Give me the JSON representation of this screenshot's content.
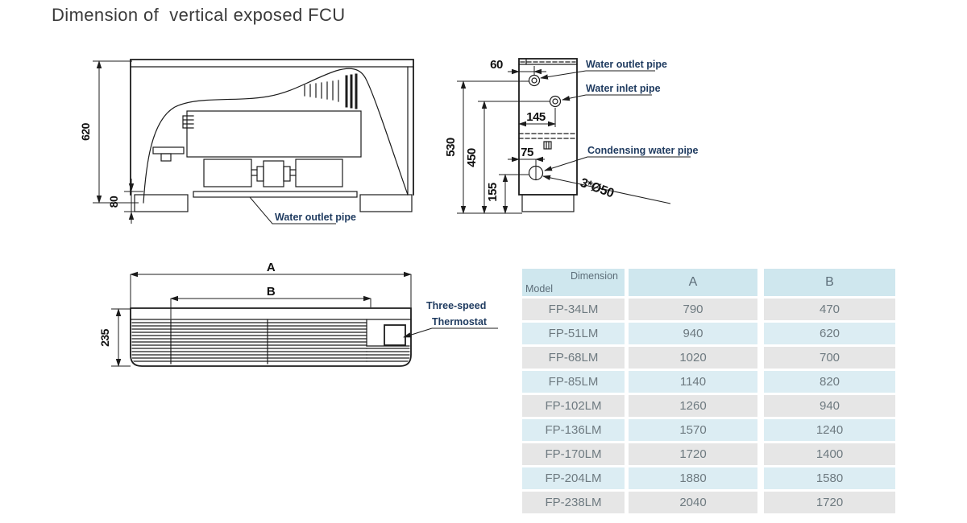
{
  "title": "Dimension of  vertical exposed FCU",
  "colors": {
    "title_text": "#3a3a3a",
    "line": "#1c1c1c",
    "annotation": "#1e3a5f",
    "table_header_bg": "#cfe7ee",
    "table_header_text": "#5d6e79",
    "table_row_gray": "#e6e6e6",
    "table_row_blue": "#dcedf3",
    "table_text": "#6e7a80"
  },
  "front_view": {
    "height_dim": "620",
    "base_dim": "80",
    "water_outlet_label": "Water outlet pipe"
  },
  "side_view": {
    "top_offset_dim": "60",
    "height_dim": "530",
    "inner_height_dim": "450",
    "inlet_offset_dim": "145",
    "condensing_offset_dim": "75",
    "condensing_height_dim": "155",
    "pipe_note": "3*Ø50",
    "water_outlet_label": "Water outlet pipe",
    "water_inlet_label": "Water inlet pipe",
    "condensing_label": "Condensing water pipe"
  },
  "top_view": {
    "width_dim": "A",
    "inner_width_dim": "B",
    "depth_dim": "235",
    "thermostat_label_line1": "Three-speed",
    "thermostat_label_line2": "Thermostat"
  },
  "table": {
    "header": {
      "diag_top": "Dimension",
      "diag_bottom": "Model",
      "col_a": "A",
      "col_b": "B"
    },
    "rows": [
      {
        "model": "FP-34LM",
        "a": "790",
        "b": "470"
      },
      {
        "model": "FP-51LM",
        "a": "940",
        "b": "620"
      },
      {
        "model": "FP-68LM",
        "a": "1020",
        "b": "700"
      },
      {
        "model": "FP-85LM",
        "a": "1140",
        "b": "820"
      },
      {
        "model": "FP-102LM",
        "a": "1260",
        "b": "940"
      },
      {
        "model": "FP-136LM",
        "a": "1570",
        "b": "1240"
      },
      {
        "model": "FP-170LM",
        "a": "1720",
        "b": "1400"
      },
      {
        "model": "FP-204LM",
        "a": "1880",
        "b": "1580"
      },
      {
        "model": "FP-238LM",
        "a": "2040",
        "b": "1720"
      }
    ]
  }
}
